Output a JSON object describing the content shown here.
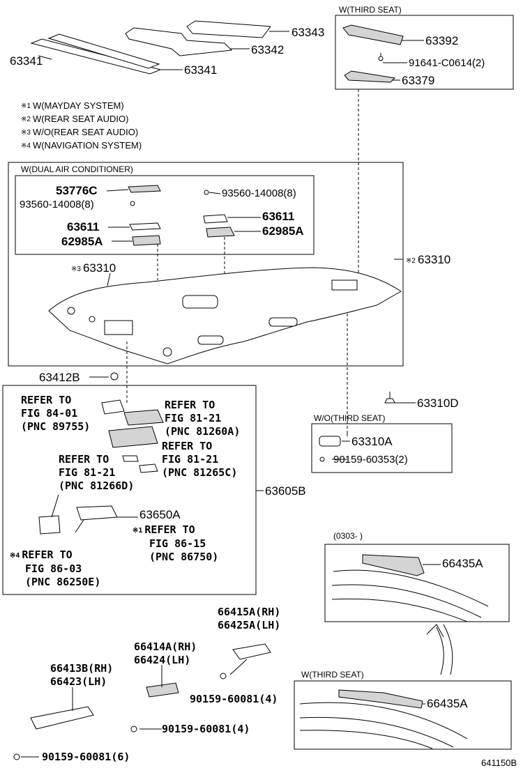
{
  "diagram_id": "641150B",
  "legend": [
    {
      "mark": "※1",
      "text": "W(MAYDAY SYSTEM)"
    },
    {
      "mark": "※2",
      "text": "W(REAR SEAT AUDIO)"
    },
    {
      "mark": "※3",
      "text": "W/O(REAR SEAT AUDIO)"
    },
    {
      "mark": "※4",
      "text": "W(NAVIGATION SYSTEM)"
    }
  ],
  "sections": {
    "third_seat_top": "W(THIRD SEAT)",
    "dual_air": "W(DUAL AIR CONDITIONER)",
    "wo_third_seat": "W/O(THIRD SEAT)",
    "date_range": "(0303-        )",
    "third_seat_bottom": "W(THIRD SEAT)"
  },
  "parts": {
    "p63343": "63343",
    "p63342": "63342",
    "p63341_left": "63341",
    "p63341_right": "63341",
    "p63392": "63392",
    "p91641": "91641-C0614(2)",
    "p63379": "63379",
    "p53776c": "53776C",
    "p93560_left": "93560-14008(8)",
    "p93560_right": "93560-14008(8)",
    "p63611_left": "63611",
    "p63611_right": "63611",
    "p62985a_left": "62985A",
    "p62985a_right": "62985A",
    "p63310_mark": "※3",
    "p63310_left": "63310",
    "p63310_right_mark": "※2",
    "p63310_right": "63310",
    "p63412b": "63412B",
    "p63310d": "63310D",
    "p63310a": "63310A",
    "p90159_60353": "90159-60353(2)",
    "p63605b": "63605B",
    "p63650a": "63650A",
    "p66435a_top": "66435A",
    "p66435a_bottom": "66435A",
    "p66415a": "66415A(RH)",
    "p66425a": "66425A(LH)",
    "p66414a": "66414A(RH)",
    "p66424": "66424(LH)",
    "p66413b": "66413B(RH)",
    "p66423": "66423(LH)",
    "p90159_60081_a": "90159-60081(4)",
    "p90159_60081_b": "90159-60081(4)",
    "p90159_60081_c": "90159-60081(6)"
  },
  "refers": {
    "r1": [
      "REFER TO",
      "FIG 84-01",
      "(PNC 89755)"
    ],
    "r2": [
      "REFER TO",
      "FIG 81-21",
      "(PNC 81260A)"
    ],
    "r3": [
      "REFER TO",
      "FIG 81-21",
      "(PNC 81265C)"
    ],
    "r4": [
      "REFER TO",
      "FIG 81-21",
      "(PNC 81266D)"
    ],
    "r5_mark": "※1",
    "r5": [
      "REFER TO",
      "FIG 86-15",
      "(PNC 86750)"
    ],
    "r6_mark": "※4",
    "r6": [
      "REFER TO",
      "FIG 86-03",
      "(PNC 86250E)"
    ]
  }
}
